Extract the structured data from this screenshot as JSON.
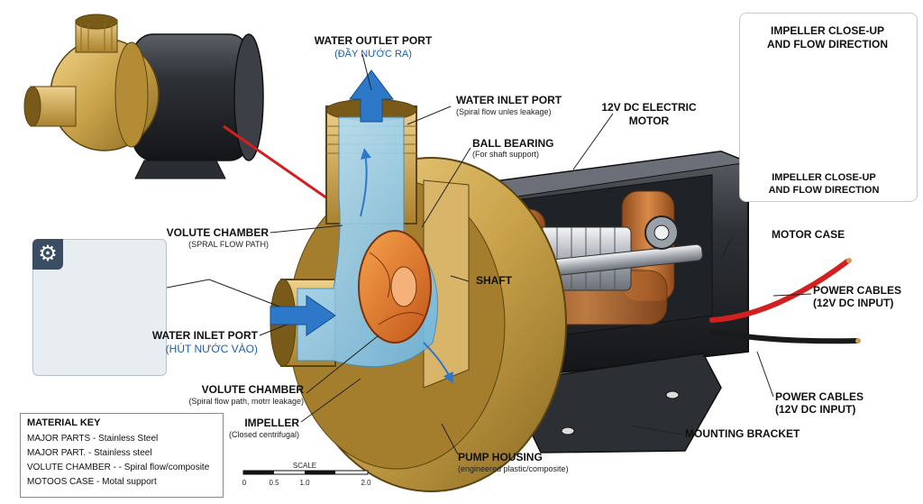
{
  "labels": {
    "outlet": {
      "title": "WATER OUTLET PORT",
      "sub": "(ĐẦY NƯỚC RA)"
    },
    "inlet_top": {
      "title": "WATER INLET PORT",
      "sub": "(Spiral flow unles leakage)"
    },
    "ball_bearing": {
      "title": "BALL BEARING",
      "sub": "(For shaft support)"
    },
    "motor": {
      "title_line1": "12V DC ELECTRIC",
      "title_line2": "MOTOR"
    },
    "volute_top": {
      "title": "VOLUTE CHAMBER",
      "sub": "(SPRAL FLOW PATH)"
    },
    "shaft": {
      "title": "SHAFT"
    },
    "inlet_left": {
      "title": "WATER INLET PORT",
      "sub": "(HÚT NƯỚC VÀO)"
    },
    "volute_bottom": {
      "title": "VOLUTE CHAMBER",
      "sub": "(Spiral flow path, motrr leakage)"
    },
    "impeller": {
      "title": "IMPELLER",
      "sub": "(Closed centrifugal)"
    },
    "pump_housing": {
      "title": "PUMP HOUSING",
      "sub": "(engineered plastic/composite)"
    },
    "motor_case": {
      "title": "MOTOR CASE"
    },
    "power_cables_1": {
      "title_line1": "POWER CABLES",
      "title_line2": "(12V DC INPUT)"
    },
    "power_cables_2": {
      "title_line1": "POWER CABLES",
      "title_line2": "(12V DC INPUT)"
    },
    "mounting_bracket": {
      "title": "MOUNTING BRACKET"
    }
  },
  "inset": {
    "title_line1": "IMPELLER CLOSE-UP",
    "title_line2": "AND FLOW DIRECTION",
    "caption_line1": "IMPELLER CLOSE-UP",
    "caption_line2": "AND FLOW DIRECTION"
  },
  "material_key": {
    "title": "MATERIAL KEY",
    "rows": [
      "MAJOR PARTS - Stainless Steel",
      "MAJOR PART. - Stainless steel",
      "VOLUTE CHAMBER - - Spiral flow/composite",
      "MOTOOS CASE - Motal support"
    ]
  },
  "scale": {
    "title": "SCALE",
    "ticks": [
      "0",
      "0.5",
      "1.0",
      "2.0"
    ]
  },
  "icons": {
    "gear": "gear-icon"
  },
  "colors": {
    "brass": "#c9a24a",
    "water": "#7fc3ea",
    "impeller": "#e07a22",
    "motor_body": "#2e3136",
    "copper": "#b86a2e",
    "cable_red": "#d22020",
    "cable_black": "#1a1a1a",
    "arrow_blue": "#2d78c8"
  }
}
